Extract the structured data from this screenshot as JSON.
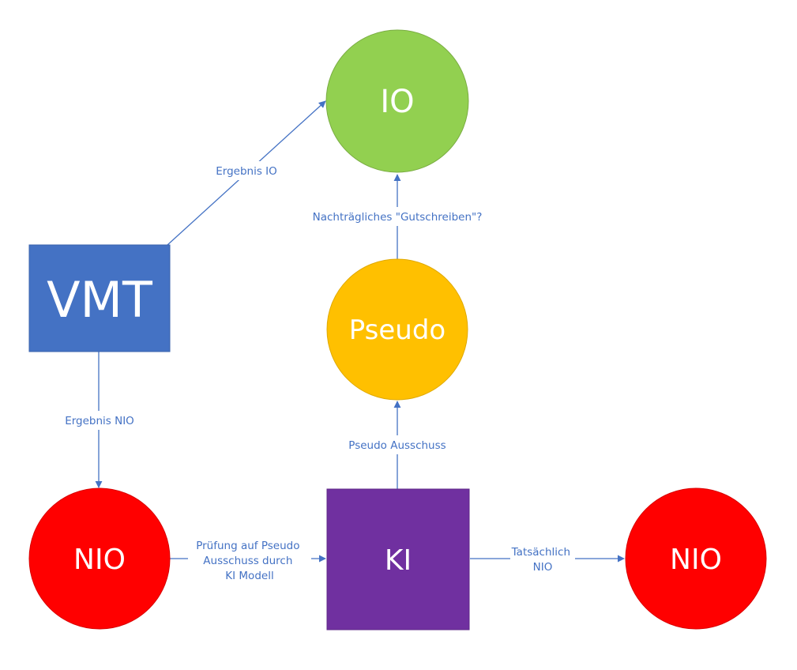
{
  "colors": {
    "accent": "#4472c4",
    "io": "#92d050",
    "pseudo": "#ffc000",
    "nio": "#ff0000",
    "vmt": "#4472c4",
    "ki": "#7030a0",
    "edge": "#4472c4",
    "node_text": "#ffffff"
  },
  "nodes": {
    "io": {
      "label": "IO",
      "shape": "circle"
    },
    "vmt": {
      "label": "VMT",
      "shape": "square"
    },
    "pseudo": {
      "label": "Pseudo",
      "shape": "circle"
    },
    "nio_left": {
      "label": "NIO",
      "shape": "circle"
    },
    "ki": {
      "label": "KI",
      "shape": "square"
    },
    "nio_right": {
      "label": "NIO",
      "shape": "circle"
    }
  },
  "edges": {
    "vmt_to_io": {
      "label": "Ergebnis IO"
    },
    "vmt_to_nio": {
      "label": "Ergebnis NIO"
    },
    "pseudo_to_io": {
      "label": "Nachträgliches \"Gutschreiben\"?"
    },
    "ki_to_pseudo": {
      "label": "Pseudo Ausschuss"
    },
    "nio_to_ki": {
      "lines": [
        "Prüfung auf Pseudo",
        "Ausschuss durch",
        "KI Modell"
      ]
    },
    "ki_to_nio": {
      "lines": [
        "Tatsächlich",
        "NIO"
      ]
    }
  }
}
